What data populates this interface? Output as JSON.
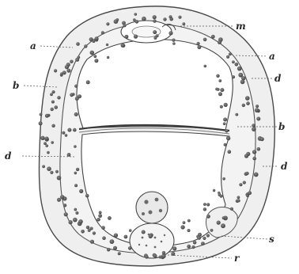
{
  "figure": {
    "labels": {
      "m": "m",
      "a_top_left": "a",
      "a_right": "a",
      "d_right_upper": "d",
      "b_left": "b",
      "b_right": "b",
      "d_left": "d",
      "d_right_lower": "d",
      "s": "s",
      "r": "r"
    }
  }
}
